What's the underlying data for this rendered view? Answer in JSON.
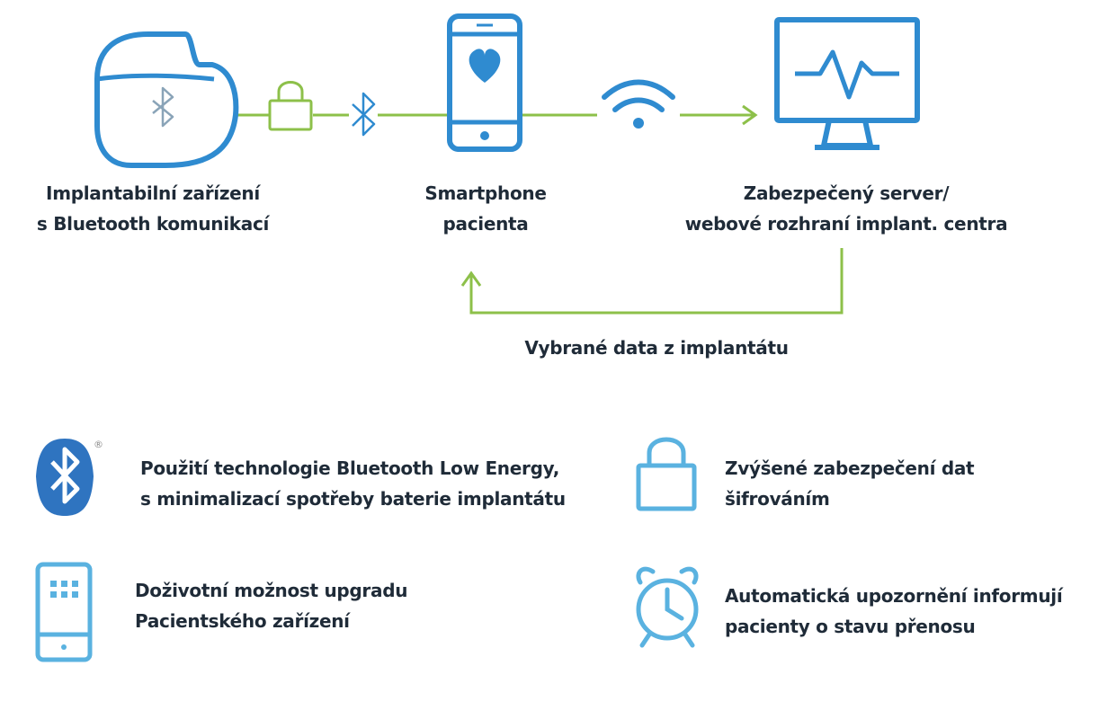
{
  "diagram": {
    "nodes": [
      {
        "id": "implant",
        "label_lines": [
          "Implantabilní zařízení",
          "s Bluetooth komunikací"
        ]
      },
      {
        "id": "smartphone",
        "label_lines": [
          "Smartphone",
          "pacienta"
        ]
      },
      {
        "id": "server",
        "label_lines": [
          "Zabezpečený server/",
          "webové rozhraní implant. centra"
        ]
      }
    ],
    "return_edge_label": "Vybrané data z implantátu"
  },
  "features": [
    {
      "icon": "bluetooth-icon",
      "lines": [
        "Použití technologie ",
        "s minimalizací spotřeby baterie implantátu"
      ],
      "highlight": "Bluetooth Low Energy,",
      "reg_mark": "®"
    },
    {
      "icon": "padlock-icon",
      "lines": [
        "Zvýšené zabezpečení dat",
        "šifrováním"
      ]
    },
    {
      "icon": "app-phone-icon",
      "lines": [
        "Doživotní možnost upgradu",
        "Pacientského zařízení"
      ]
    },
    {
      "icon": "alarm-clock-icon",
      "lines": [
        "Automatická upozornění informují",
        "pacienty o stavu přenosu"
      ]
    }
  ],
  "colors": {
    "icon_blue": "#2f8bd0",
    "line_green": "#8dc04a",
    "text_dark": "#1f2b38"
  }
}
